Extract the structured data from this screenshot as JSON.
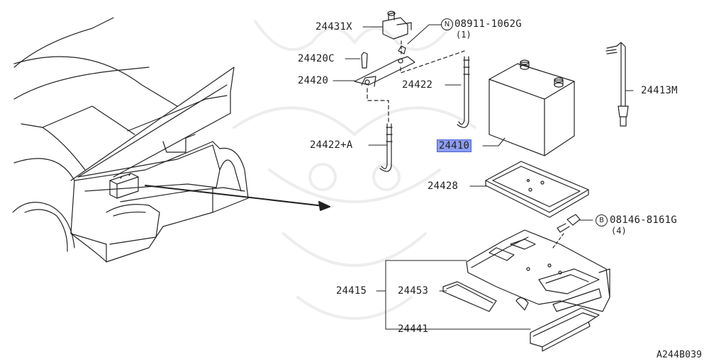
{
  "diagram": {
    "figure_code": "A244B039",
    "highlight_color": "#8c9df0",
    "parts": [
      {
        "id": "p24431x",
        "label": "24431X"
      },
      {
        "id": "p24420c",
        "label": "24420C"
      },
      {
        "id": "p24420",
        "label": "24420"
      },
      {
        "id": "p24422",
        "label": "24422"
      },
      {
        "id": "p24422a",
        "label": "24422+A"
      },
      {
        "id": "p24410",
        "label": "24410",
        "highlighted": true
      },
      {
        "id": "p24413m",
        "label": "24413M"
      },
      {
        "id": "p24428",
        "label": "24428"
      },
      {
        "id": "p24415",
        "label": "24415"
      },
      {
        "id": "p24453",
        "label": "24453"
      },
      {
        "id": "p24441",
        "label": "24441"
      }
    ],
    "fasteners": [
      {
        "id": "nut",
        "prefix": "N",
        "number": "08911-1062G",
        "qty": "(1)"
      },
      {
        "id": "bolt",
        "prefix": "B",
        "number": "08146-8161G",
        "qty": "(4)"
      }
    ]
  }
}
